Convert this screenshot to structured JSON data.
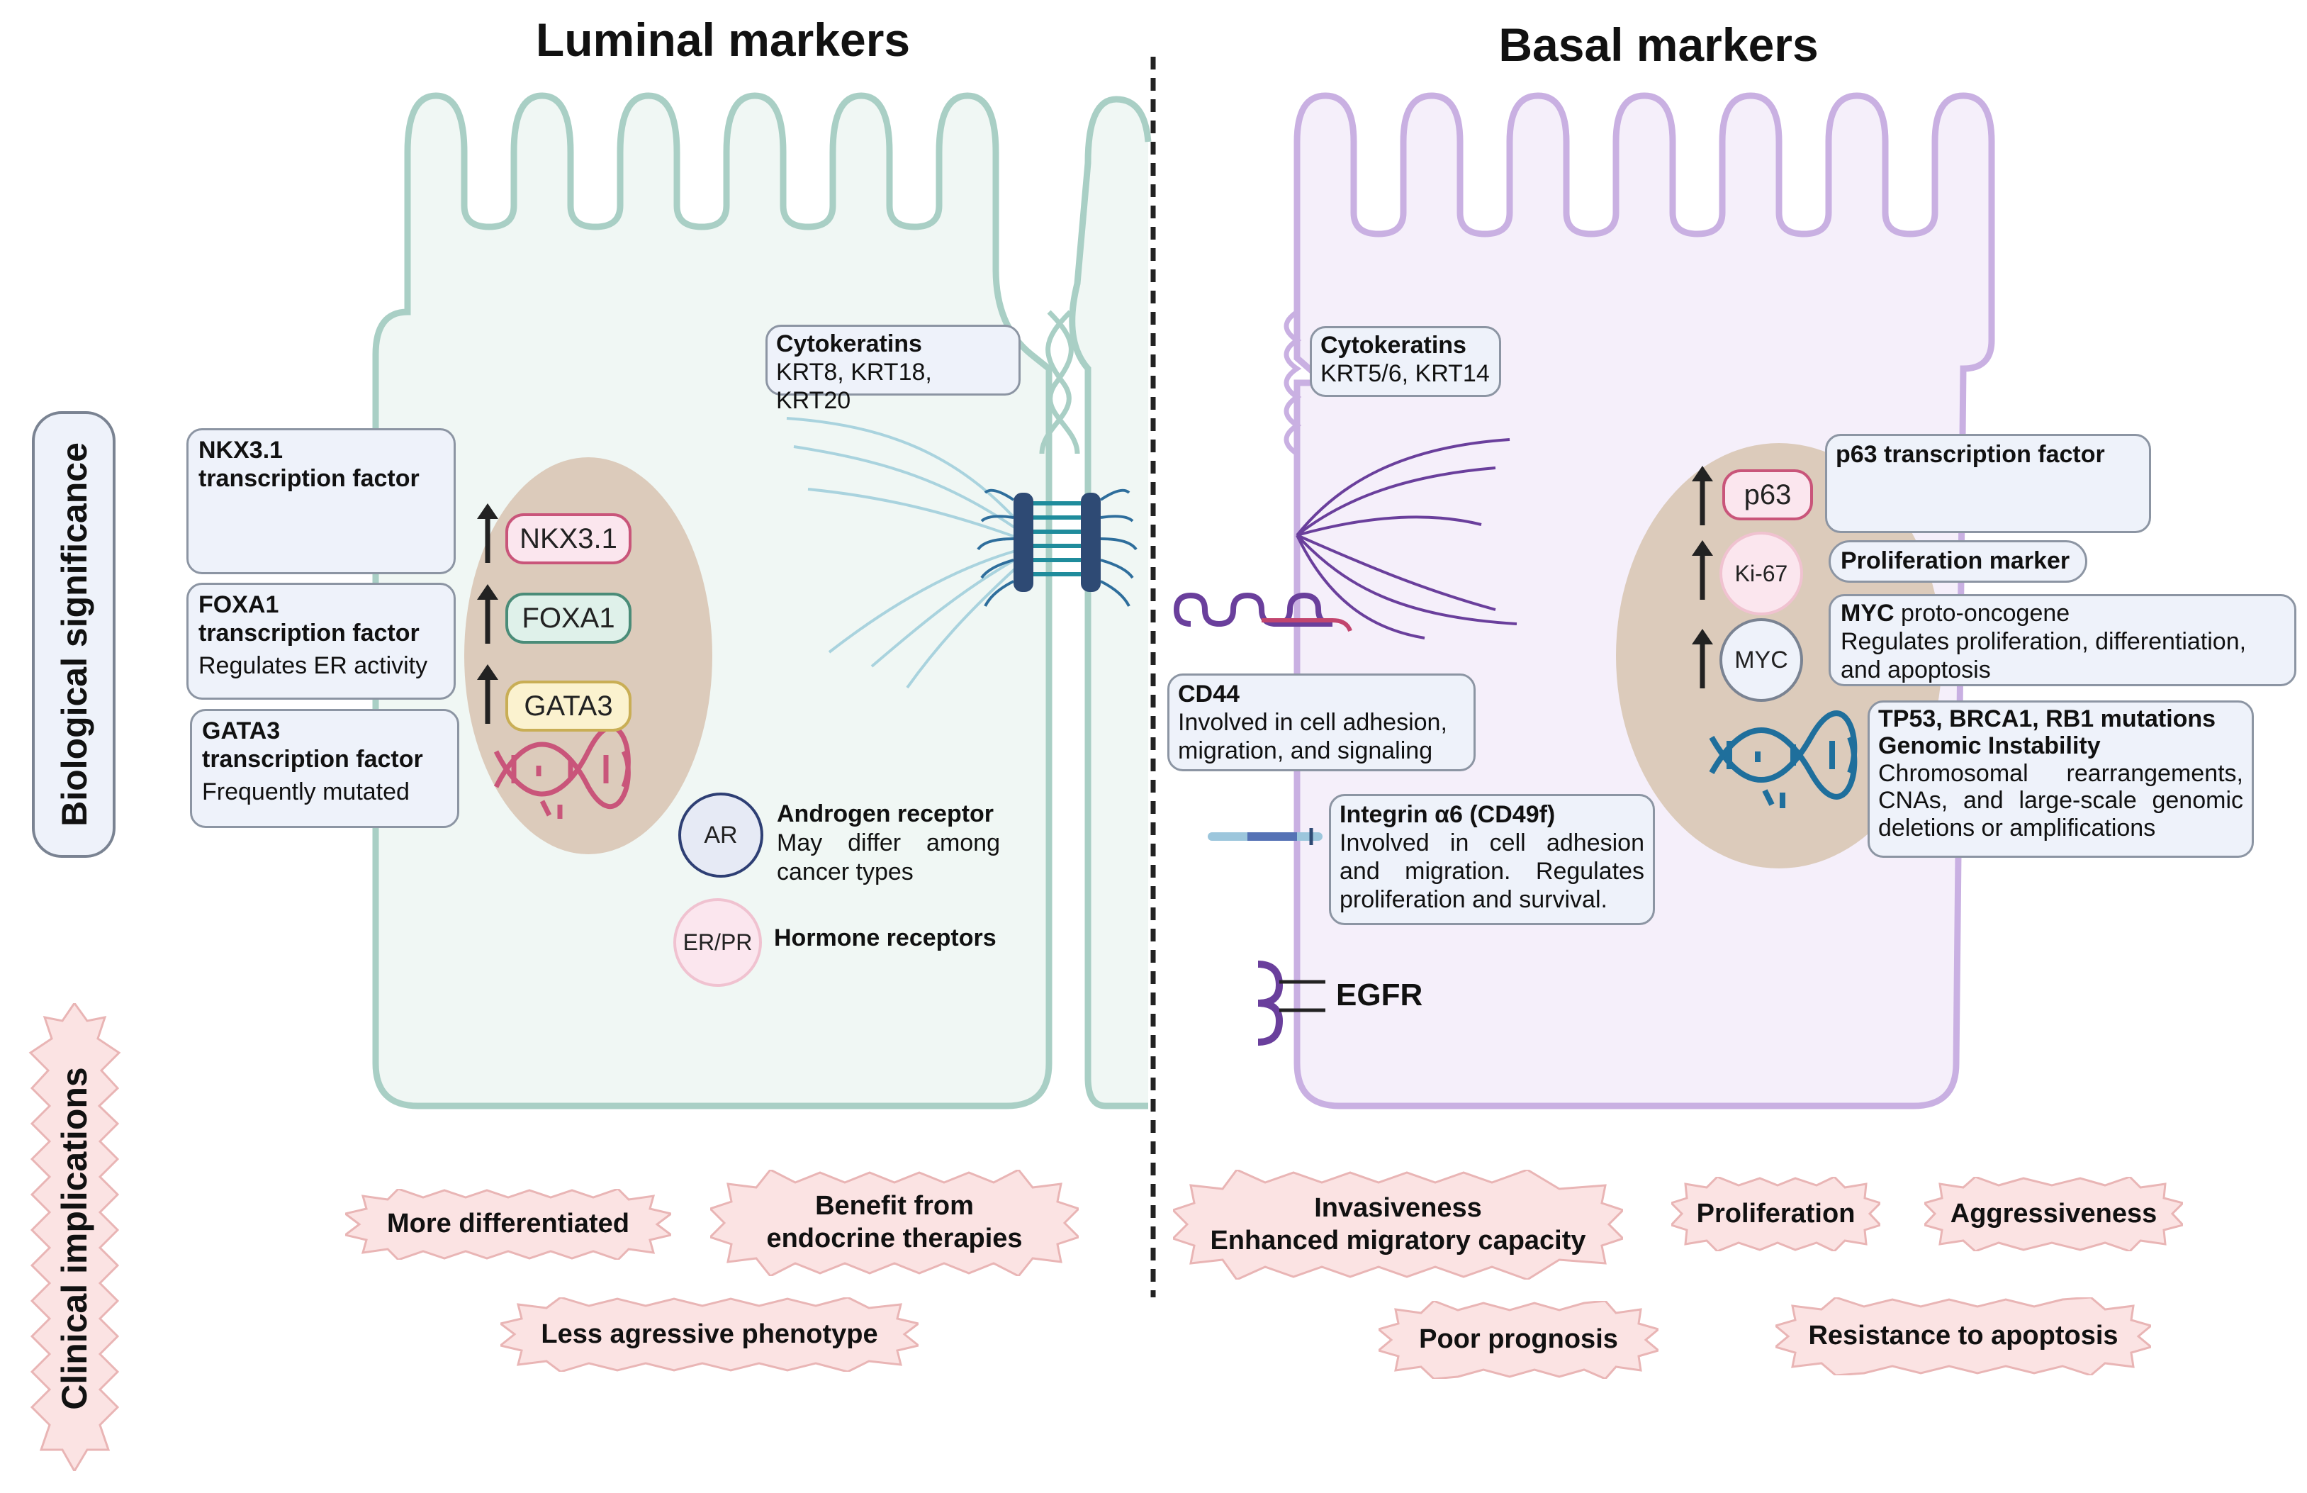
{
  "titles": {
    "luminal": "Luminal markers",
    "basal": "Basal markers"
  },
  "side_labels": {
    "biological": "Biological significance",
    "clinical": "Clinical implications"
  },
  "luminal": {
    "nkx31_box": {
      "title_line1": "NKX3.1",
      "title_line2": "transcription factor"
    },
    "foxa1_box": {
      "title_line1": "FOXA1",
      "title_line2": "transcription factor",
      "desc": "Regulates ER activity"
    },
    "gata3_box": {
      "title_line1": "GATA3",
      "title_line2": "transcription factor",
      "desc": "Frequently mutated"
    },
    "pills": {
      "nkx31": "NKX3.1",
      "foxa1": "FOXA1",
      "gata3": "GATA3"
    },
    "cytokeratins": {
      "title": "Cytokeratins",
      "desc": "KRT8, KRT18, KRT20"
    },
    "ar": {
      "badge": "AR",
      "title": "Androgen receptor",
      "desc_line1": "May differ among",
      "desc_line2": "cancer types"
    },
    "erpr": {
      "badge": "ER/PR",
      "title": "Hormone receptors"
    }
  },
  "basal": {
    "cytokeratins": {
      "title": "Cytokeratins",
      "desc": "KRT5/6, KRT14"
    },
    "cd44": {
      "title": "CD44",
      "desc_line1": "Involved in cell adhesion,",
      "desc_line2": "migration, and signaling"
    },
    "integrin": {
      "title": "Integrin α6 (CD49f)",
      "desc_line1": "Involved in cell adhesion",
      "desc_line2": "and migration. Regulates",
      "desc_line3": "proliferation and survival."
    },
    "egfr": "EGFR",
    "pills": {
      "p63": "p63",
      "ki67": "Ki-67",
      "myc": "MYC"
    },
    "p63_box": {
      "title": "p63 transcription factor"
    },
    "prolif_box": {
      "title": "Proliferation marker"
    },
    "myc_box": {
      "title": "MYC",
      "title_rest": " proto-oncogene",
      "desc_line1": "Regulates proliferation, differentiation,",
      "desc_line2": "and apoptosis"
    },
    "tp53_box": {
      "title_line1": "TP53, BRCA1, RB1 mutations",
      "title_line2": "Genomic Instability",
      "desc_line1": "Chromosomal rearrangements,",
      "desc_line2": "CNAs, and large-scale genomic",
      "desc_line3": "deletions or amplifications"
    }
  },
  "clinical": {
    "luminal": {
      "more_diff": "More differentiated",
      "benefit_line1": "Benefit from",
      "benefit_line2": "endocrine therapies",
      "less_aggr": "Less agressive phenotype"
    },
    "basal": {
      "invasive_line1": "Invasiveness",
      "invasive_line2": "Enhanced migratory capacity",
      "proliferation": "Proliferation",
      "aggressiveness": "Aggressiveness",
      "poor_prognosis": "Poor prognosis",
      "resistance": "Resistance to apoptosis"
    }
  },
  "colors": {
    "luminal_outline": "#a9cfc5",
    "luminal_fill": "#f0f7f4",
    "basal_outline": "#c9b0e2",
    "basal_fill": "#f5effa",
    "nucleus": "#dccbbb",
    "box_fill": "#eef2fa",
    "clinical_fill": "#fbe3e3",
    "clinical_stroke": "#e9b5b5"
  }
}
